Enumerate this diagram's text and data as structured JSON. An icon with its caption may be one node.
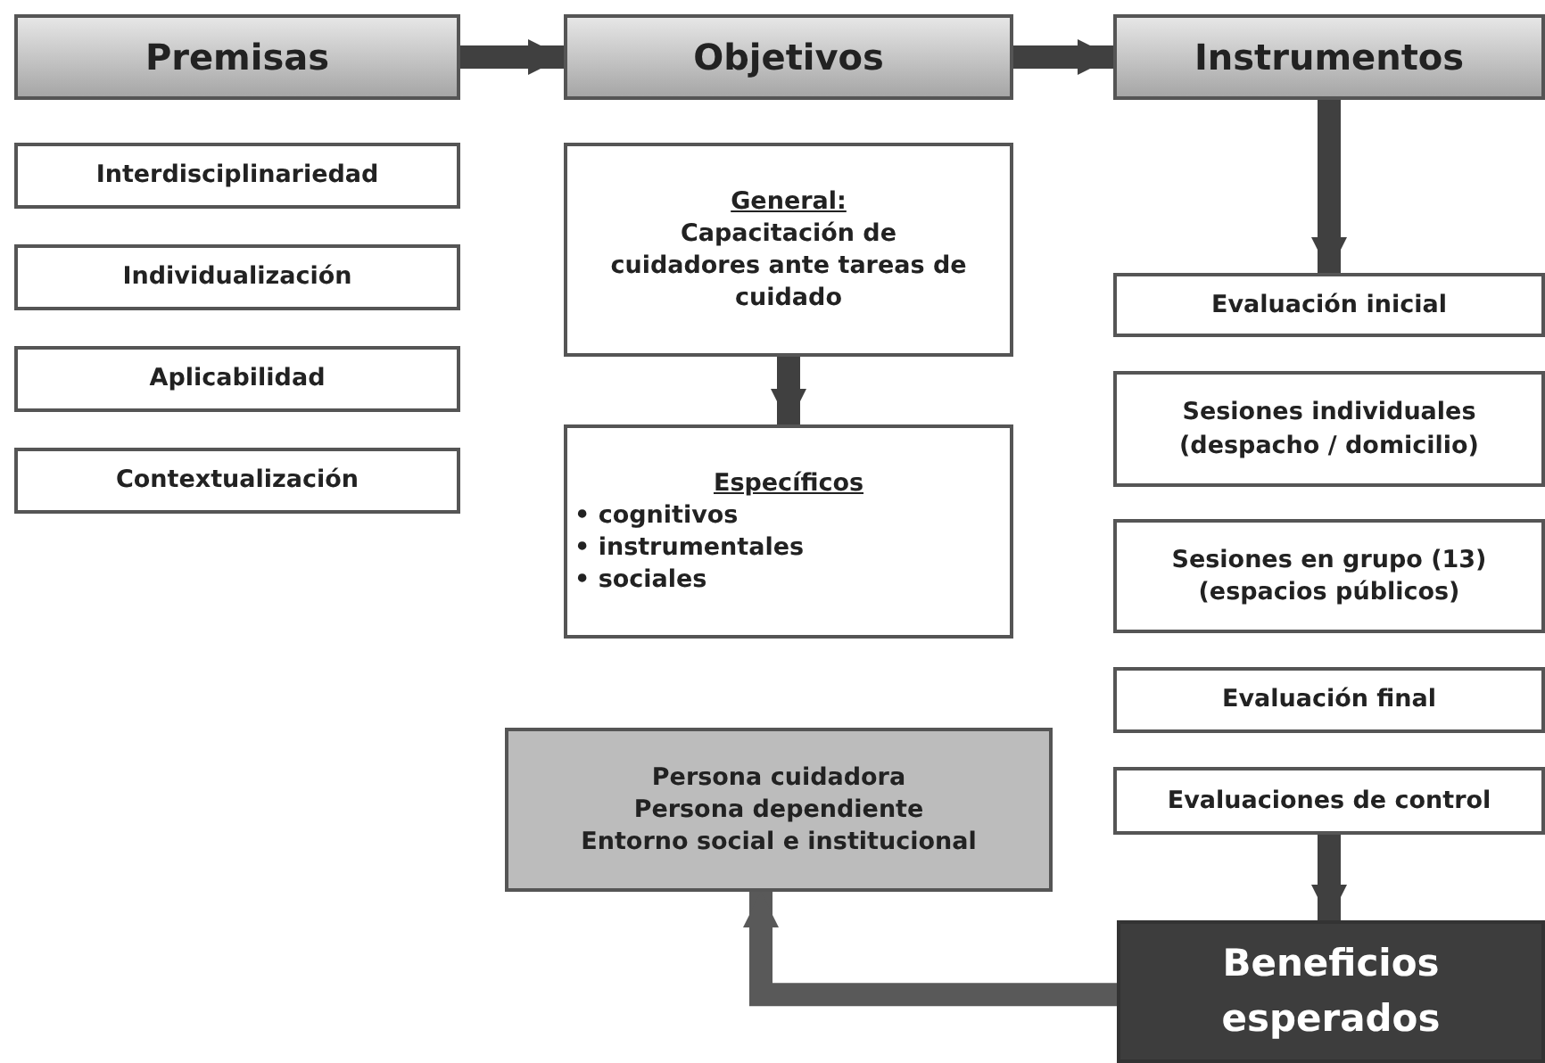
{
  "diagram": {
    "nodes": [
      {
        "text": [
          "Premisas"
        ]
      },
      {
        "text": [
          "Objetivos"
        ]
      },
      {
        "text": [
          "Instrumentos"
        ]
      },
      {
        "text": [
          "Interdisciplinariedad"
        ]
      },
      {
        "text": [
          "Individualización"
        ]
      },
      {
        "text": [
          "Aplicabilidad"
        ]
      },
      {
        "text": [
          "Contextualización"
        ]
      },
      {
        "text": [
          "General:",
          "Capacitación de cuidadores ante tareas de cuidado"
        ]
      },
      {
        "text": [
          "Específicos",
          "• cognitivos",
          "• instrumentales",
          "• sociales"
        ]
      },
      {
        "text": [
          "Evaluación inicial"
        ]
      },
      {
        "text": [
          "Sesiones individuales (despacho / domicilio)"
        ]
      },
      {
        "text": [
          "Sesiones en grupo (13) (espacios públicos)"
        ]
      },
      {
        "text": [
          "Evaluación final"
        ]
      },
      {
        "text": [
          "Evaluaciones de control"
        ]
      },
      {
        "text": [
          "Persona cuidadora",
          "Persona dependiente",
          "Entorno social e institucional"
        ]
      },
      {
        "text": [
          "Beneficios esperados"
        ]
      }
    ],
    "edges": [
      {
        "from": 0,
        "to": 1,
        "arrow": "to"
      },
      {
        "from": 1,
        "to": 2,
        "arrow": "to"
      },
      {
        "from": 2,
        "to": 9,
        "arrow": "to"
      },
      {
        "from": 7,
        "to": 8,
        "arrow": "to"
      },
      {
        "from": 13,
        "to": 15,
        "arrow": "to"
      },
      {
        "from": 15,
        "to": 14,
        "arrow": "to",
        "color": "#595959"
      }
    ]
  }
}
